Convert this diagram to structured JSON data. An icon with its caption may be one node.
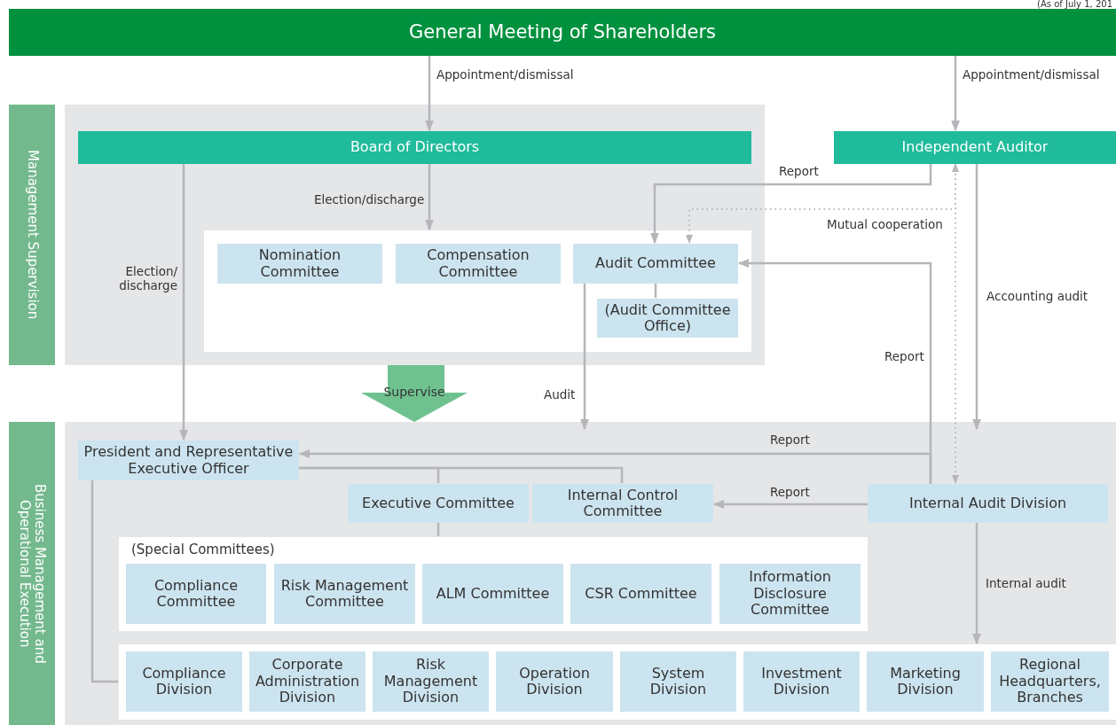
{
  "diagram": {
    "nodes": [
      {
        "text": [
          "General Meeting of Shareholders"
        ]
      },
      {
        "text": [
          "Management Supervision"
        ]
      },
      {
        "text": [
          "Board of Directors"
        ]
      },
      {
        "text": [
          "Independent Auditor"
        ]
      },
      {
        "text": [],
        "shape": "box"
      },
      {
        "text": [
          "Nomination Committee"
        ],
        "in": 4
      },
      {
        "text": [
          "Compensation Committee"
        ],
        "in": 4
      },
      {
        "text": [
          "Audit Committee"
        ],
        "in": 4
      },
      {
        "text": [
          "(Audit Committee Office)"
        ],
        "in": 4
      },
      {
        "text": [
          "Supervise"
        ]
      },
      {
        "text": [
          "Business Management and Operational Execution"
        ]
      },
      {
        "text": [
          "President and Representative Executive Officer"
        ]
      },
      {
        "text": [
          "Executive Committee"
        ]
      },
      {
        "text": [
          "Internal Control Committee"
        ]
      },
      {
        "text": [
          "Internal Audit Division"
        ]
      },
      {
        "text": [
          "(Special Committees)"
        ]
      },
      {
        "text": [
          "Compliance Committee"
        ],
        "in": 15
      },
      {
        "text": [
          "Risk Management Committee"
        ],
        "in": 15
      },
      {
        "text": [
          "ALM Committee"
        ],
        "in": 15
      },
      {
        "text": [
          "CSR Committee"
        ],
        "in": 15
      },
      {
        "text": [
          "Information Disclosure Committee"
        ],
        "in": 15
      },
      {
        "text": [],
        "shape": "box"
      },
      {
        "text": [
          "Compliance Division"
        ],
        "in": 21
      },
      {
        "text": [
          "Corporate Administration Division"
        ],
        "in": 21
      },
      {
        "text": [
          "Risk Management Division"
        ],
        "in": 21
      },
      {
        "text": [
          "Operation Division"
        ],
        "in": 21
      },
      {
        "text": [
          "System Division"
        ],
        "in": 21
      },
      {
        "text": [
          "Investment Division"
        ],
        "in": 21
      },
      {
        "text": [
          "Marketing Division"
        ],
        "in": 21
      },
      {
        "text": [
          "Regional Headquarters, Branches"
        ],
        "in": 21
      }
    ],
    "edges": [
      {
        "from": 0,
        "to": 2,
        "arrow": "to",
        "label": "Appointment/dismissal"
      },
      {
        "from": 0,
        "to": 3,
        "arrow": "to",
        "label": "Appointment/dismissal"
      },
      {
        "from": 2,
        "to": 4,
        "arrow": "to",
        "label": "Election/discharge"
      },
      {
        "from": 2,
        "to": 11,
        "arrow": "to",
        "label": "Election/ discharge"
      },
      {
        "from": 3,
        "to": 7,
        "arrow": "to",
        "label": "Report"
      },
      {
        "from": 3,
        "to": 14,
        "arrow": "both",
        "label": "Mutual cooperation",
        "style": "dashed"
      },
      {
        "from": 3,
        "to": 7,
        "arrow": "to",
        "style": "dashed"
      },
      {
        "from": 14,
        "to": 7,
        "arrow": "to",
        "label": "Report"
      },
      {
        "from": 14,
        "to": 11,
        "arrow": "to",
        "label": "Report"
      },
      {
        "from": 14,
        "to": 13,
        "arrow": "to",
        "label": "Report"
      },
      {
        "from": 3,
        "to": null,
        "arrow": "to",
        "label": "Accounting audit"
      },
      {
        "from": 7,
        "to": null,
        "arrow": "to",
        "label": "Audit"
      },
      {
        "from": 14,
        "to": 21,
        "arrow": "to",
        "label": "Internal audit"
      },
      {
        "from": 11,
        "to": 12,
        "arrow": "none"
      },
      {
        "from": 11,
        "to": 13,
        "arrow": "none"
      },
      {
        "from": 12,
        "to": 15,
        "arrow": "none"
      },
      {
        "from": 11,
        "to": 21,
        "arrow": "none"
      },
      {
        "from": 7,
        "to": 8,
        "arrow": "none"
      }
    ],
    "labels": [
      "(As of July 1, 201"
    ]
  }
}
